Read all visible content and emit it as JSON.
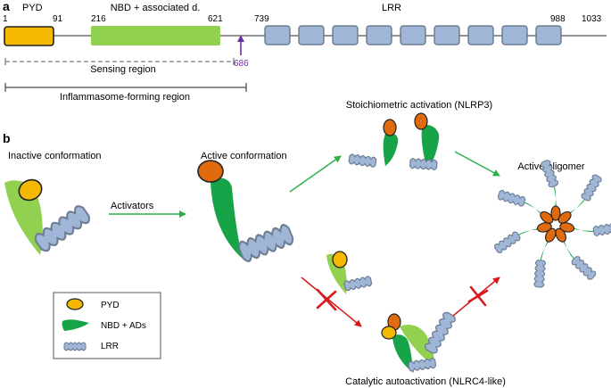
{
  "panel_a": {
    "label": "a",
    "domains": {
      "pyd": "PYD",
      "nbd": "NBD + associated d.",
      "lrr": "LRR"
    },
    "positions": {
      "p1": "1",
      "p91": "91",
      "p216": "216",
      "p621": "621",
      "p739": "739",
      "p988": "988",
      "p1033": "1033",
      "p686": "686"
    },
    "regions": {
      "sensing": "Sensing region",
      "inflammasome": "Inflammasome-forming region"
    }
  },
  "panel_b": {
    "label": "b",
    "inactive": "Inactive conformation",
    "activators": "Activators",
    "active": "Active conformation",
    "stoichiometric": "Stoichiometric activation (NLRP3)",
    "oligomer": "Active oligomer",
    "catalytic": "Catalytic autoactivation (NLRC4-like)"
  },
  "legend": {
    "pyd": "PYD",
    "nbd": "NBD + ADs",
    "lrr": "LRR"
  },
  "colors": {
    "pyd_yellow": "#f5b800",
    "pyd_orange": "#e06a0e",
    "nbd_light": "#92d050",
    "nbd_dark": "#17a348",
    "lrr_blue": "#9fb6d6",
    "lrr_stroke": "#6d7d93",
    "arrow_green": "#2bb04a",
    "inhibit_red": "#d7191c",
    "marker_purple": "#7030a0"
  }
}
